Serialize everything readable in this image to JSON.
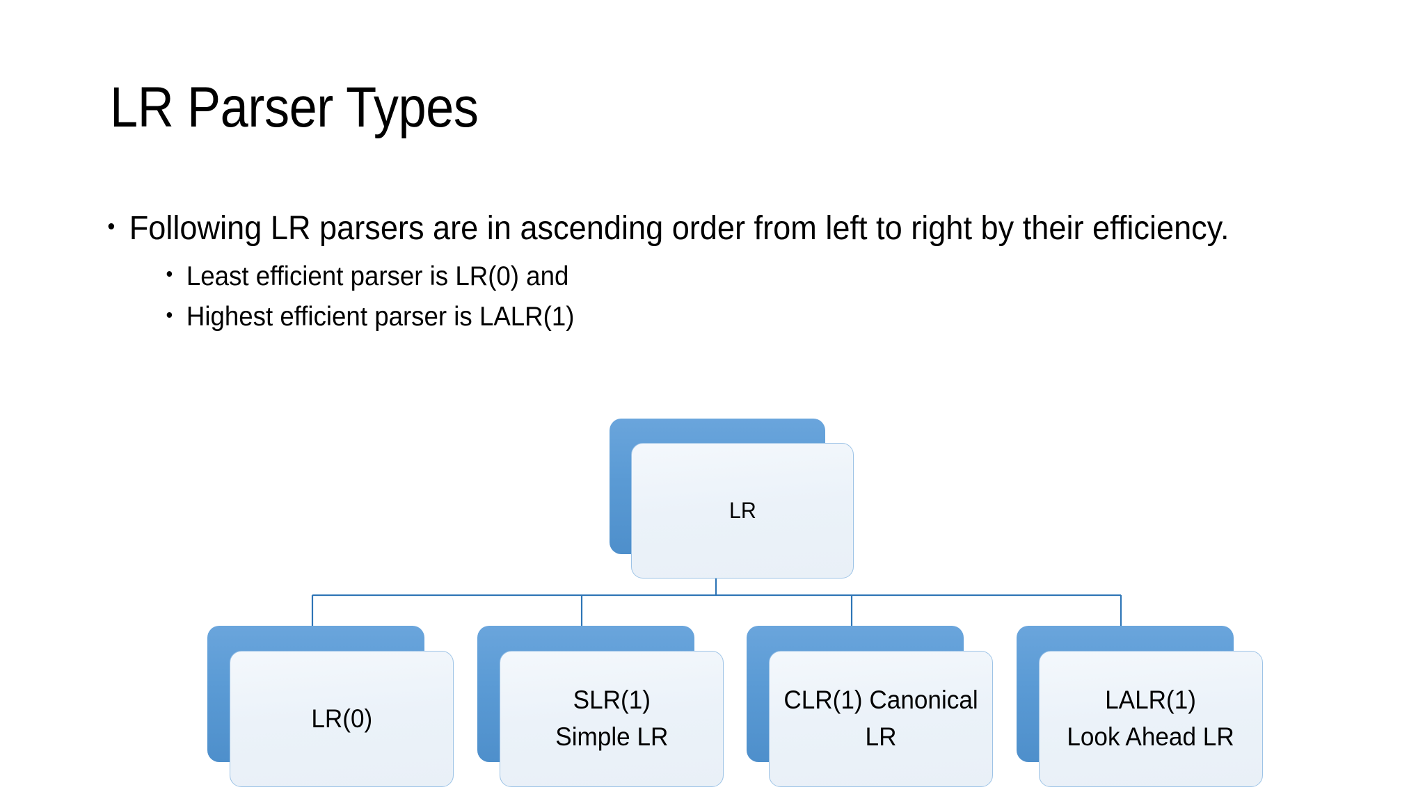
{
  "slide": {
    "title": "LR Parser Types",
    "background_color": "#FFFFFF",
    "text_color": "#000000"
  },
  "body": {
    "bullets": [
      {
        "level": 1,
        "text": "Following LR parsers are in ascending order from left to right by their efficiency."
      },
      {
        "level": 2,
        "text": "Least efficient parser is LR(0) and"
      },
      {
        "level": 2,
        "text": "Highest efficient parser is LALR(1)"
      }
    ]
  },
  "diagram": {
    "type": "org-chart",
    "accent_color": "#5B9BD5",
    "face_color": "#EDF3F9",
    "border_color": "#9DC3E6",
    "connector_color": "#2E75B6",
    "root": {
      "id": "lr",
      "lines": [
        "LR"
      ]
    },
    "children": [
      {
        "id": "lr0",
        "lines": [
          "LR(0)"
        ]
      },
      {
        "id": "slr1",
        "lines": [
          "SLR(1)",
          "Simple LR"
        ]
      },
      {
        "id": "clr1",
        "lines": [
          "CLR(1) Canonical",
          "LR"
        ]
      },
      {
        "id": "lalr1",
        "lines": [
          "LALR(1)",
          "Look Ahead LR"
        ]
      }
    ]
  }
}
